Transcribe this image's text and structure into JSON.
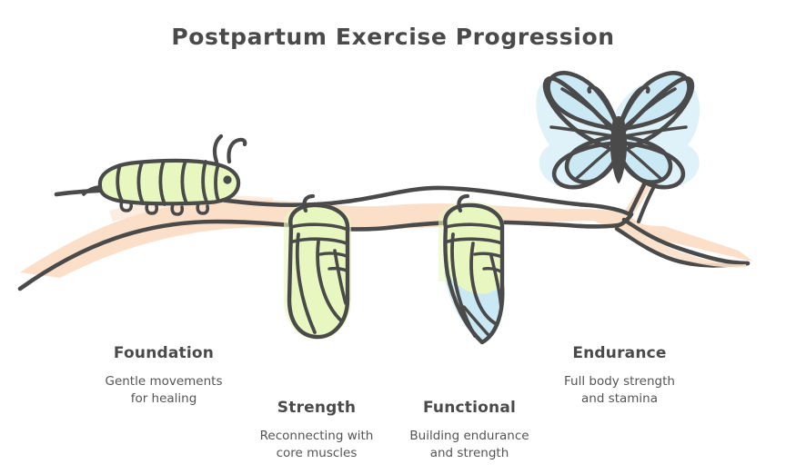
{
  "page": {
    "title": "Postpartum Exercise Progression",
    "background_color": "#ffffff"
  },
  "palette": {
    "ink": "#4a4a4a",
    "ink_soft": "#555555",
    "branch_fill": "#fbdfc8",
    "green_fill": "#e8f7c0",
    "blue_fill": "#cbe9f5",
    "white": "#ffffff"
  },
  "illustration": {
    "metaphor": "caterpillar-to-butterfly-metamorphosis-on-branch",
    "elements": [
      {
        "name": "branch",
        "color": "#fbdfc8"
      },
      {
        "name": "caterpillar",
        "color": "#e8f7c0"
      },
      {
        "name": "chrysalis-early",
        "color": "#e8f7c0"
      },
      {
        "name": "chrysalis-emerging",
        "color": "#e8f7c0"
      },
      {
        "name": "butterfly",
        "color": "#cbe9f5"
      }
    ]
  },
  "stages": [
    {
      "id": "foundation",
      "label": "Foundation",
      "description": "Gentle movements\nfor healing",
      "icon": "caterpillar-icon"
    },
    {
      "id": "strength",
      "label": "Strength",
      "description": "Reconnecting with\ncore muscles",
      "icon": "chrysalis-icon"
    },
    {
      "id": "functional",
      "label": "Functional",
      "description": "Building endurance\nand strength",
      "icon": "chrysalis-emerging-icon"
    },
    {
      "id": "endurance",
      "label": "Endurance",
      "description": "Full body strength\nand stamina",
      "icon": "butterfly-icon"
    }
  ]
}
